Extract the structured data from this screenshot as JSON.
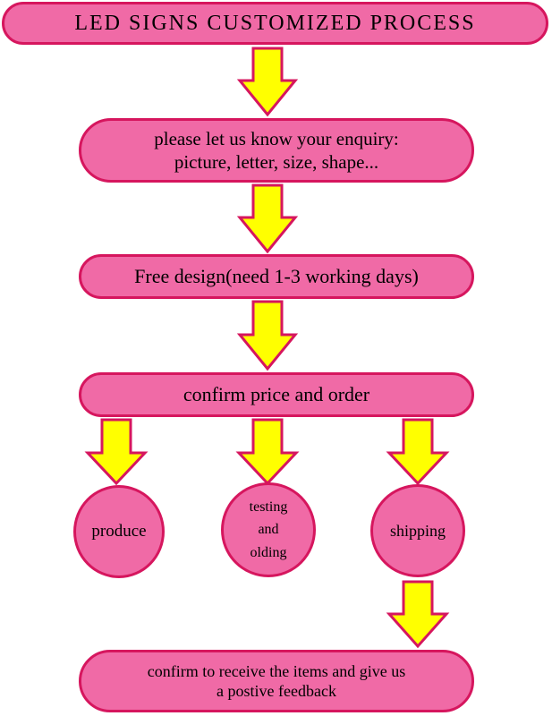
{
  "title": "LED SIGNS CUSTOMIZED PROCESS",
  "steps": {
    "enquiry_line1": "please let us know your enquiry:",
    "enquiry_line2": "picture, letter, size, shape...",
    "design": "Free design(need 1-3 working days)",
    "confirm_order": "confirm price and order",
    "produce": "produce",
    "testing_line1": "testing",
    "testing_line2": "and",
    "testing_line3": "olding",
    "shipping": "shipping",
    "final_line1": "confirm to receive the items and give us",
    "final_line2": "a postive feedback"
  },
  "colors": {
    "box_fill": "#f06aa6",
    "box_border": "#d6165e",
    "arrow_fill": "#ffff00",
    "arrow_border": "#d6165e"
  }
}
